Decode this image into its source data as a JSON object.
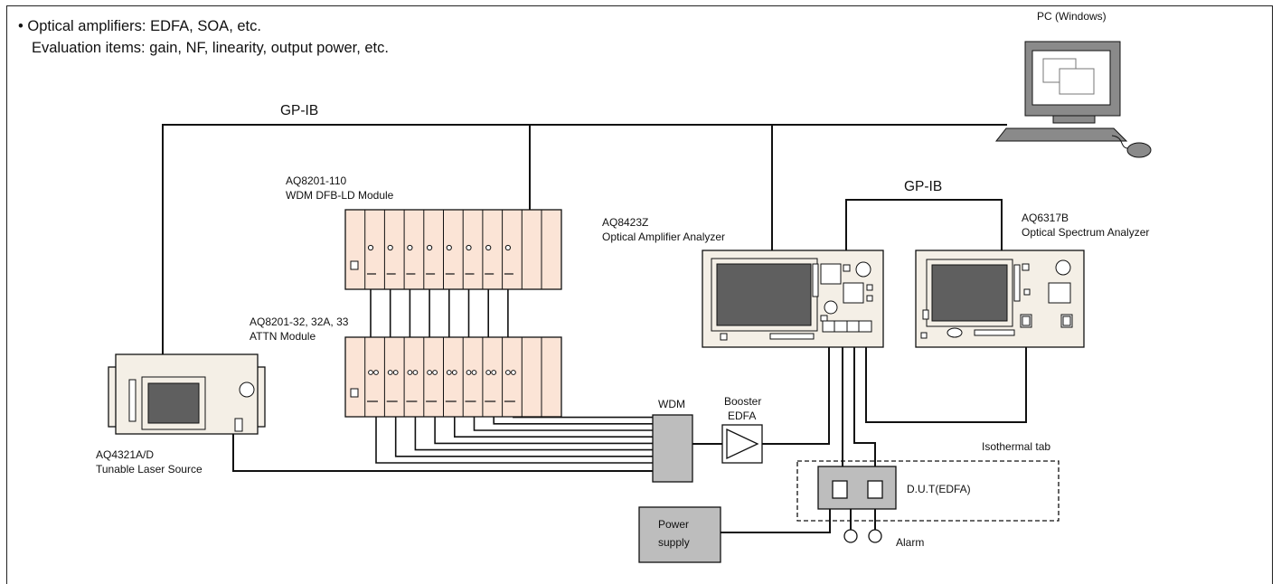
{
  "header": {
    "bullet": "•",
    "line1": "Optical amplifiers: EDFA, SOA, etc.",
    "line2": "Evaluation items: gain, NF, linearity, output power, etc."
  },
  "buses": {
    "gpib_main": "GP-IB",
    "gpib_secondary": "GP-IB"
  },
  "devices": {
    "pc": {
      "label": "PC (Windows)"
    },
    "dfb_module": {
      "model": "AQ8201-110",
      "name": "WDM DFB-LD Module"
    },
    "attn_module": {
      "model": "AQ8201-32, 32A, 33",
      "name": "ATTN Module"
    },
    "amp_analyzer": {
      "model": "AQ8423Z",
      "name": "Optical Amplifier Analyzer"
    },
    "spectrum_analyzer": {
      "model": "AQ6317B",
      "name": "Optical Spectrum Analyzer"
    },
    "laser_source": {
      "model": "AQ4321A/D",
      "name": "Tunable Laser Source"
    },
    "wdm": {
      "label": "WDM"
    },
    "booster": {
      "line1": "Booster",
      "line2": "EDFA"
    },
    "isothermal": {
      "label": "Isothermal tab"
    },
    "dut": {
      "label": "D.U.T(EDFA)"
    },
    "power_supply": {
      "line1": "Power",
      "line2": "supply"
    },
    "alarm": {
      "label": "Alarm"
    }
  },
  "colors": {
    "module_fill": "#fbe4d6",
    "device_fill": "#f4efe6",
    "screen_fill": "#5f5f5f",
    "box_gray": "#bdbdbd",
    "line": "#111111"
  }
}
